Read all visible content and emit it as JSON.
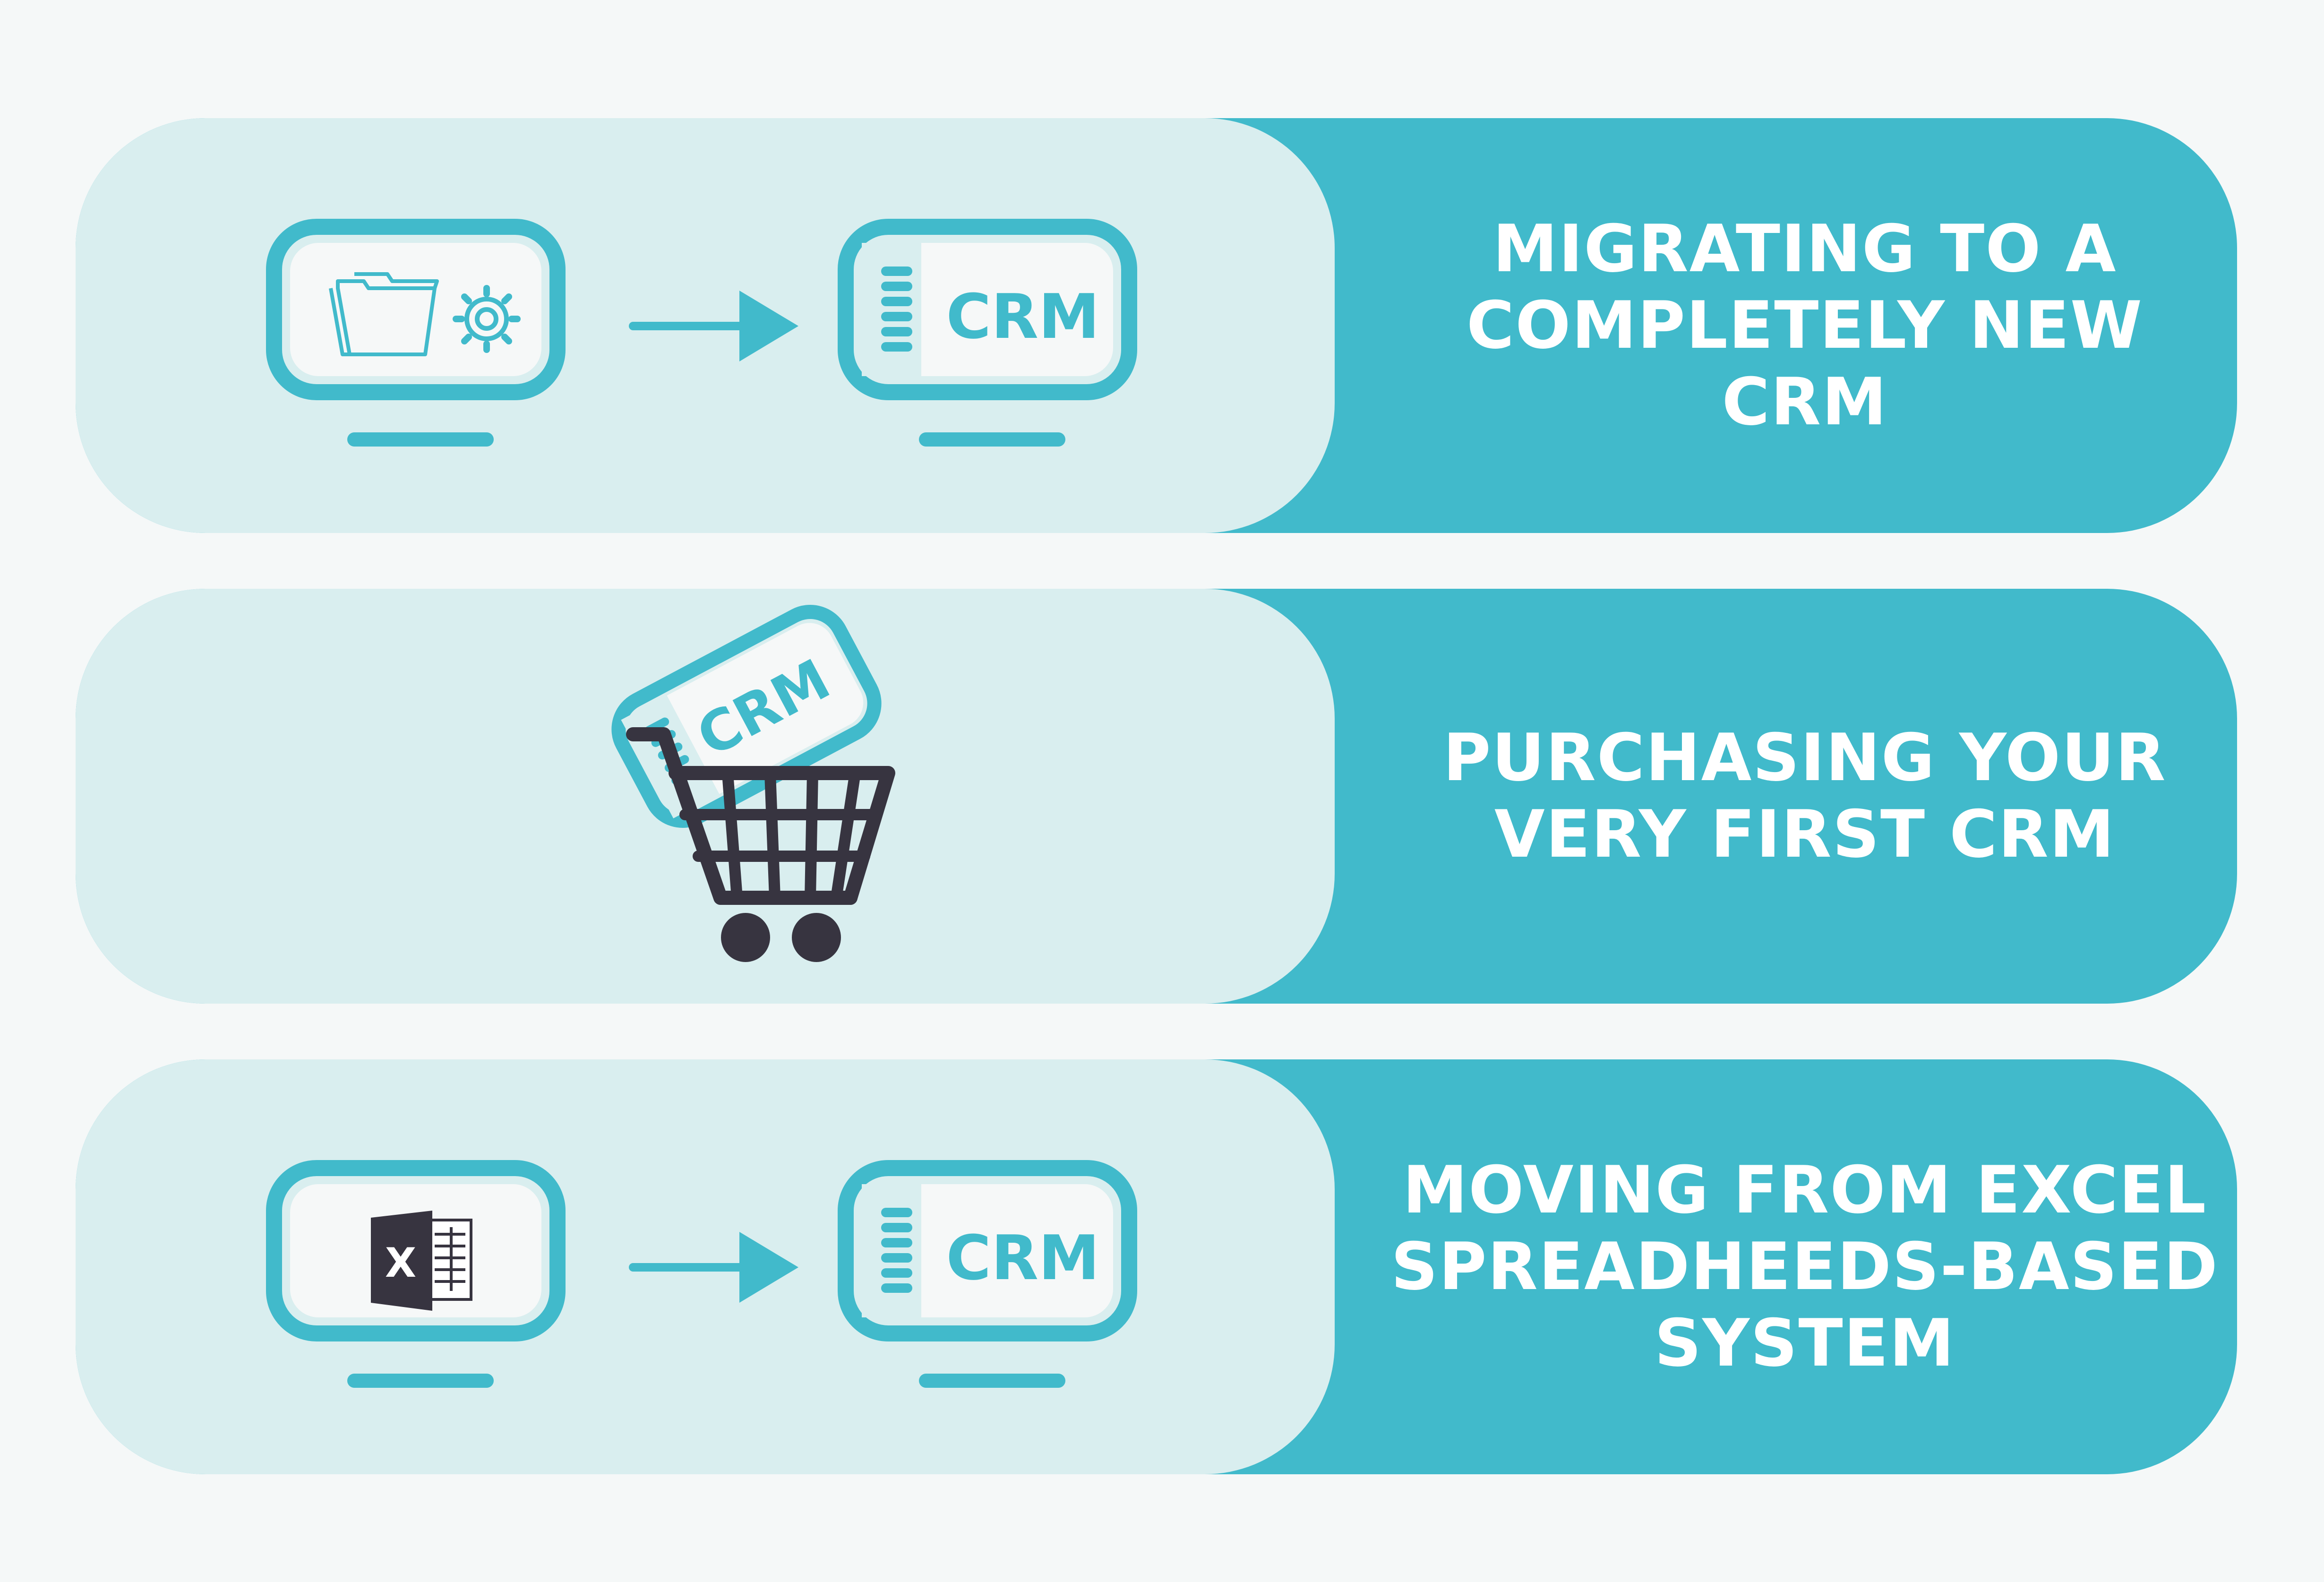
{
  "colors": {
    "teal": "#41bacb",
    "light": "#d9eeef",
    "screen": "#f6f8f8",
    "dark": "#373440",
    "background": "#f5f8f8"
  },
  "rows": [
    {
      "caption": [
        "MIGRATING TO A",
        "COMPLETELY NEW",
        "CRM"
      ],
      "icons": [
        "folder-icon",
        "gear-icon",
        "arrow-right-icon",
        "crm-monitor-icon"
      ],
      "crm_label": "CRM"
    },
    {
      "caption": [
        "PURCHASING YOUR",
        "VERY FIRST CRM"
      ],
      "icons": [
        "shopping-cart-icon",
        "crm-card-icon"
      ],
      "crm_label": "CRM"
    },
    {
      "caption": [
        "MOVING FROM EXCEL",
        "SPREADHEEDS-BASED",
        "SYSTEM"
      ],
      "icons": [
        "excel-icon",
        "arrow-right-icon",
        "crm-monitor-icon"
      ],
      "excel_letter": "X",
      "crm_label": "CRM"
    }
  ]
}
